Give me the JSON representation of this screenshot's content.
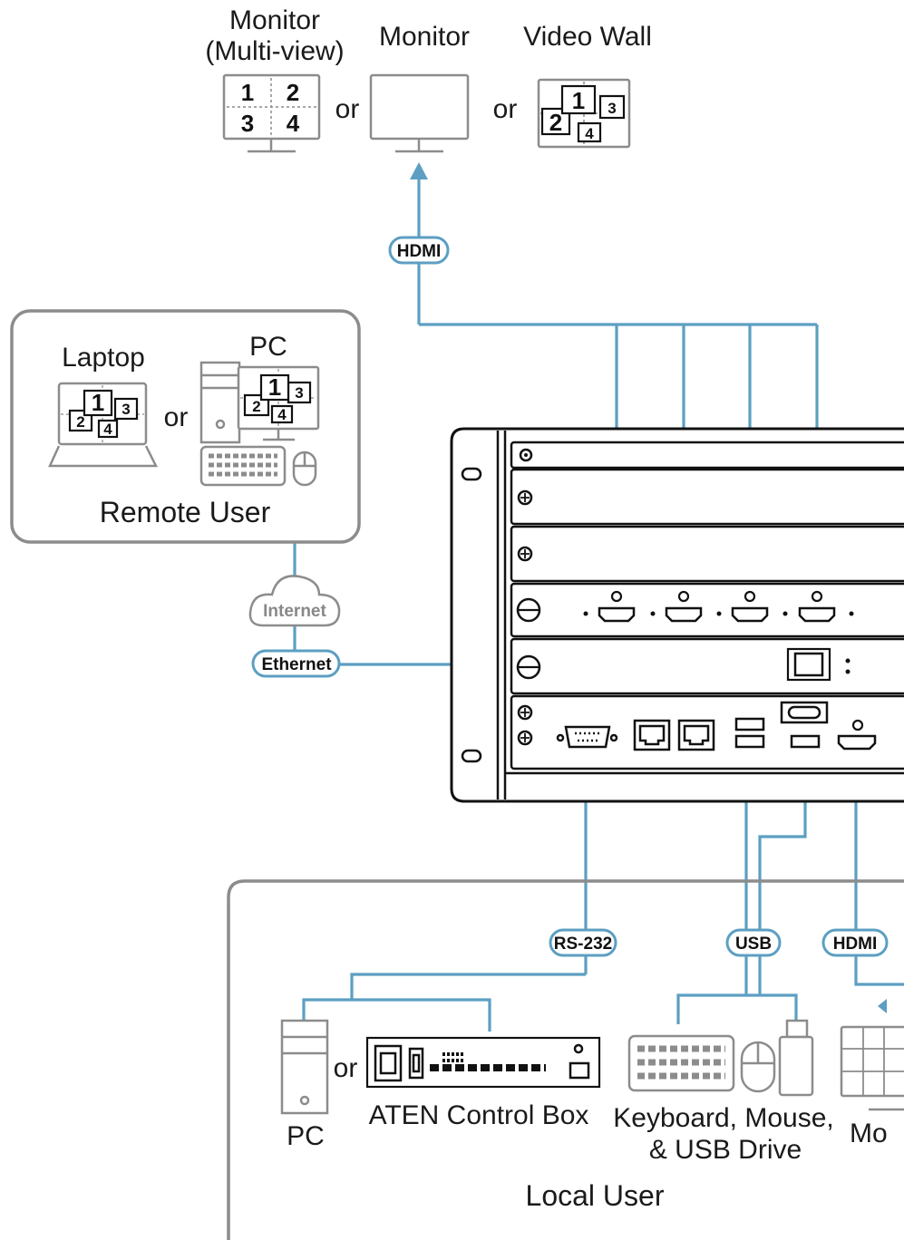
{
  "displays": {
    "multiview_label_line1": "Monitor",
    "multiview_label_line2": "(Multi-view)",
    "monitor_label": "Monitor",
    "videowall_label": "Video Wall",
    "or": "or",
    "multiview_numbers": [
      "1",
      "2",
      "3",
      "4"
    ],
    "window_numbers": [
      "1",
      "2",
      "3",
      "4"
    ]
  },
  "remote_user": {
    "laptop_label": "Laptop",
    "pc_label": "PC",
    "or": "or",
    "group_label": "Remote User"
  },
  "network": {
    "cloud_label": "Internet",
    "ethernet_label": "Ethernet"
  },
  "cable_labels": {
    "hdmi_top": "HDMI",
    "rs232": "RS-232",
    "usb": "USB",
    "hdmi_bottom": "HDMI"
  },
  "local_user": {
    "pc_label": "PC",
    "or": "or",
    "control_box_label": "ATEN Control Box",
    "peripherals_label_line1": "Keyboard, Mouse,",
    "peripherals_label_line2": "& USB Drive",
    "monitor_label_partial": "Mo",
    "group_label": "Local User"
  },
  "colors": {
    "wire": "#5c9fc2",
    "device_outline": "#8c8c8c",
    "chassis_outline": "#111111"
  }
}
